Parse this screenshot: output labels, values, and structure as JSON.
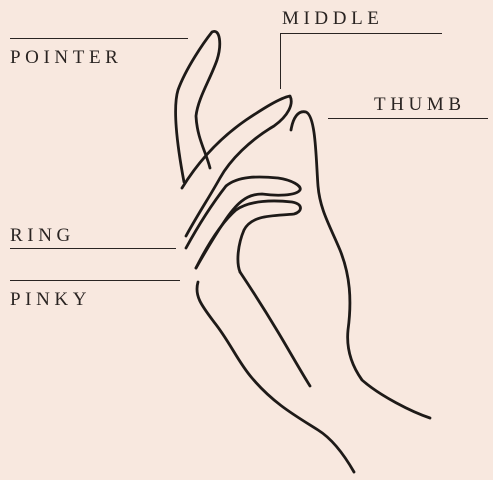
{
  "labels": {
    "pointer": "POINTER",
    "middle": "MIDDLE",
    "thumb": "THUMB",
    "ring": "RING",
    "pinky": "PINKY"
  },
  "colors": {
    "background": "#f8e8df",
    "ink": "#1e1a18"
  }
}
